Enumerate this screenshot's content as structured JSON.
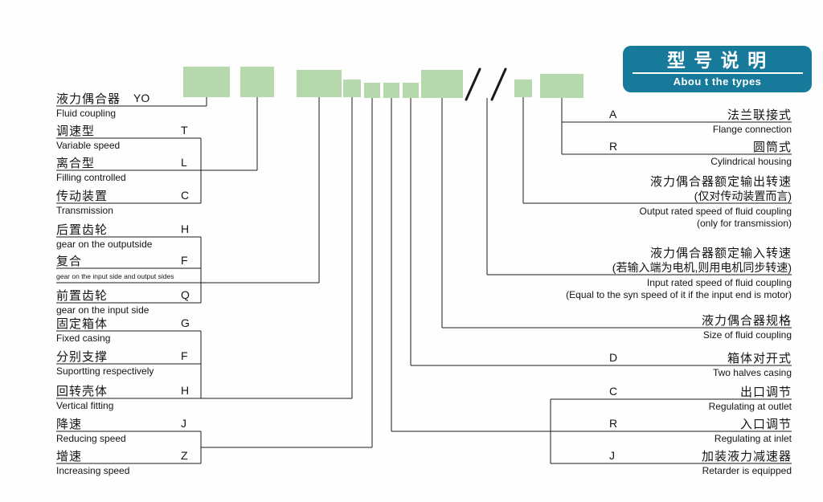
{
  "title_box": {
    "cn": "型 号 说 明",
    "en": "Abou t the types"
  },
  "colors": {
    "code_box_green": "#b5d8ad",
    "title_teal": "#177a9b",
    "line_black": "#1a1a1a"
  },
  "left_rows": [
    {
      "cn": "液力偶合器",
      "letter": "YO",
      "en": "Fluid coupling"
    },
    {
      "cn": "调速型",
      "letter": "T",
      "en": "Variable speed"
    },
    {
      "cn": "离合型",
      "letter": "L",
      "en": "Filling controlled"
    },
    {
      "cn": "传动装置",
      "letter": "C",
      "en": "Transmission"
    },
    {
      "cn": "后置齿轮",
      "letter": "H",
      "en": "gear on the outputside"
    },
    {
      "cn": "复合",
      "letter": "F",
      "en": "gear on the input side and output sides"
    },
    {
      "cn": "前置齿轮",
      "letter": "Q",
      "en": "gear on the input side"
    },
    {
      "cn": "固定箱体",
      "letter": "G",
      "en": "Fixed casing"
    },
    {
      "cn": "分别支撑",
      "letter": "F",
      "en": "Suportting respectively"
    },
    {
      "cn": "回转壳体",
      "letter": "H",
      "en": "Vertical fitting"
    },
    {
      "cn": "降速",
      "letter": "J",
      "en": "Reducing speed"
    },
    {
      "cn": "增速",
      "letter": "Z",
      "en": "Increasing speed"
    }
  ],
  "right_rows": {
    "flange": {
      "letter": "A",
      "cn": "法兰联接式",
      "en": "Flange connection"
    },
    "cylindrical": {
      "letter": "R",
      "cn": "圆筒式",
      "en": "Cylindrical housing"
    },
    "output_speed": {
      "cn1": "液力偶合器额定输出转速",
      "cn2": "(仅对传动装置而言)",
      "en1": "Output rated speed of fluid coupling",
      "en2": "(only for transmission)"
    },
    "input_speed": {
      "cn1": "液力偶合器额定输入转速",
      "cn2": "(若输入端为电机,则用电机同步转速)",
      "en1": "Input rated speed of fluid coupling",
      "en2": "(Equal to the syn speed of it if the input end is motor)"
    },
    "size": {
      "cn": "液力偶合器规格",
      "en": "Size of fluid coupling"
    },
    "two_halves": {
      "letter": "D",
      "cn": "箱体对开式",
      "en": "Two halves casing"
    },
    "outlet": {
      "letter": "C",
      "cn": "出口调节",
      "en": "Regulating at outlet"
    },
    "inlet": {
      "letter": "R",
      "cn": "入口调节",
      "en": "Regulating at inlet"
    },
    "retarder": {
      "letter": "J",
      "cn": "加装液力减速器",
      "en": "Retarder is equipped"
    }
  }
}
